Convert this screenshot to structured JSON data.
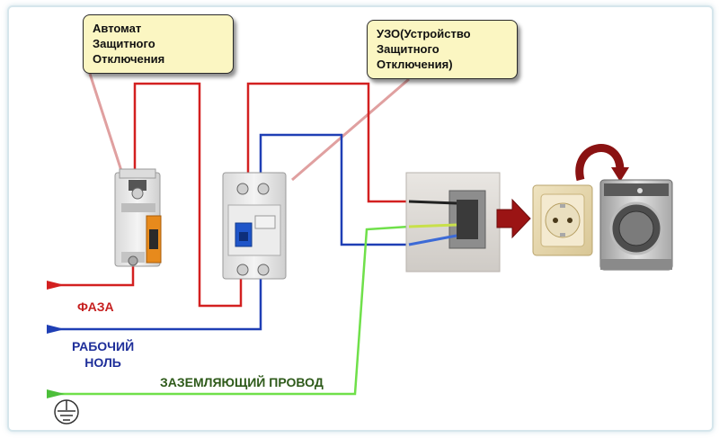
{
  "callouts": {
    "breaker": [
      "Автомат",
      "Защитного",
      "Отключения"
    ],
    "rcd": [
      "УЗО(Устройство",
      "Защитного",
      "Отключения)"
    ]
  },
  "wires": {
    "phase": "ФАЗА",
    "neutral": [
      "РАБОЧИЙ",
      "НОЛЬ"
    ],
    "ground": "ЗАЗЕМЛЯЮЩИЙ ПРОВОД"
  },
  "colors": {
    "phase": "#d32020",
    "neutral": "#1f3fb5",
    "ground": "#6fe04a",
    "label_phase": "#c62020",
    "label_neutral": "#1f2f9a",
    "label_ground": "#2e5a1a"
  },
  "icons": [
    "circuit-breaker-icon",
    "rcd-icon",
    "junction-box-icon",
    "power-socket-icon",
    "washing-machine-icon",
    "ground-symbol-icon",
    "arrow-right-icon",
    "curved-arrow-icon"
  ]
}
